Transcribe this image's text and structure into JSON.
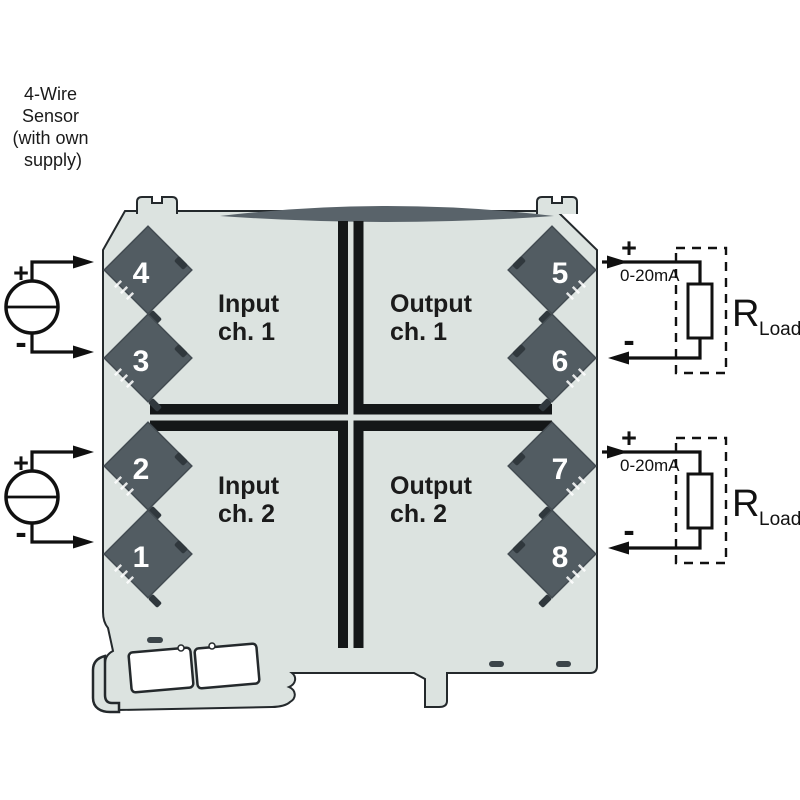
{
  "diagram": {
    "kind": "isolation-amplifier-wiring-diagram",
    "sensor_note": {
      "lines": [
        "4-Wire",
        "Sensor",
        "(with own",
        "supply)"
      ]
    },
    "module": {
      "sections": [
        {
          "id": "input-ch1",
          "line1": "Input",
          "line2": "ch. 1"
        },
        {
          "id": "output-ch1",
          "line1": "Output",
          "line2": "ch. 1"
        },
        {
          "id": "input-ch2",
          "line1": "Input",
          "line2": "ch. 2"
        },
        {
          "id": "output-ch2",
          "line1": "Output",
          "line2": "ch. 2"
        }
      ],
      "terminals": {
        "left": [
          "4",
          "3",
          "2",
          "1"
        ],
        "right": [
          "5",
          "6",
          "7",
          "8"
        ]
      }
    },
    "sources": [
      {
        "plus": "+",
        "minus": "-"
      },
      {
        "plus": "+",
        "minus": "-"
      }
    ],
    "loads": [
      {
        "plus": "+",
        "range": "0-20mA",
        "minus": "-",
        "r": "R",
        "r_sub": "Load"
      },
      {
        "plus": "+",
        "range": "0-20mA",
        "minus": "-",
        "r": "R",
        "r_sub": "Load"
      }
    ],
    "colors": {
      "module_body": "#dce3e0",
      "terminal_block": "#525c62",
      "top_band": "#59636a",
      "isolation_bar": "#141718",
      "outline": "#24292c",
      "wire": "#101010",
      "terminal_number": "#ffffff"
    }
  }
}
